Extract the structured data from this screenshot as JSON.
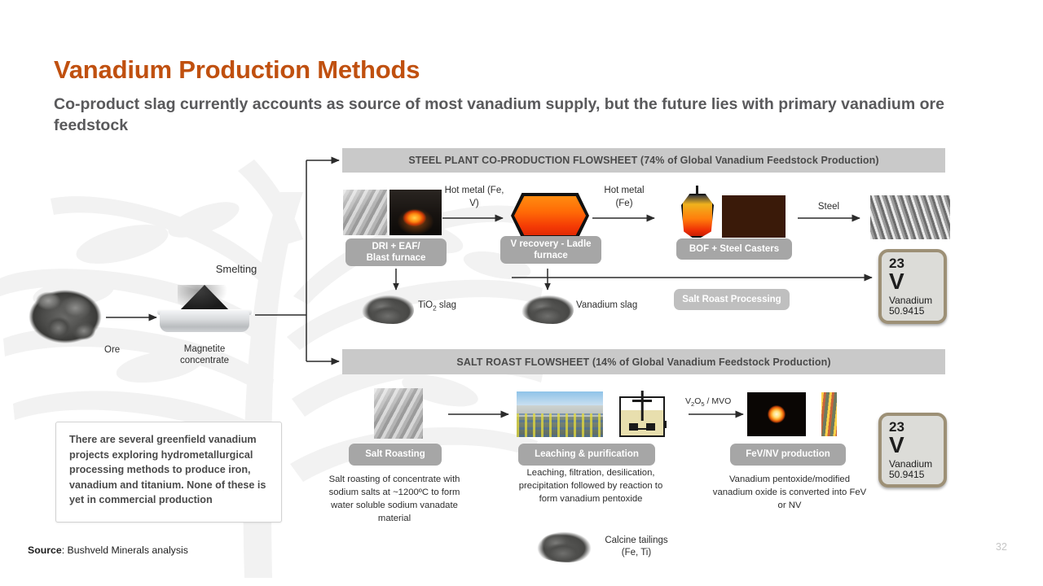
{
  "slide": {
    "title": "Vanadium Production Methods",
    "subtitle": "Co-product slag currently accounts as source of most vanadium supply, but the future lies with primary vanadium ore feedstock",
    "page_number": "32",
    "source_label": "Source",
    "source_text": ": Bushveld Minerals analysis",
    "title_color": "#C0500F",
    "subtitle_color": "#59595B",
    "band_color": "#C9C9C9",
    "pill_color": "#A6A6A6",
    "pill_light_color": "#BFBFBF",
    "element_border_color": "#9D9076"
  },
  "feedstock": {
    "ore_label": "Ore",
    "concentrate_label_line1": "Magnetite",
    "concentrate_label_line2": "concentrate",
    "smelting_label": "Smelting"
  },
  "steel_flowsheet": {
    "band_title": "STEEL PLANT CO-PRODUCTION FLOWSHEET (74% of Global Vanadium Feedstock Production)",
    "stages": [
      {
        "pill_line1": "DRI + EAF/",
        "pill_line2": "Blast furnace"
      },
      {
        "pill_line1": "V recovery - Ladle",
        "pill_line2": "furnace"
      },
      {
        "pill_line1": "BOF + Steel Casters",
        "pill_line2": ""
      },
      {
        "pill_line1": "Salt Roast Processing",
        "pill_line2": ""
      }
    ],
    "arrow_labels": {
      "hot_metal_fe_v_line1": "Hot metal (Fe,",
      "hot_metal_fe_v_line2": "V)",
      "hot_metal_fe_line1": "Hot metal",
      "hot_metal_fe_line2": "(Fe)",
      "steel": "Steel"
    },
    "byproducts": {
      "tio2_slag_pre": "TiO",
      "tio2_slag_sub": "2",
      "tio2_slag_post": " slag",
      "vanadium_slag": "Vanadium slag"
    }
  },
  "salt_roast_flowsheet": {
    "band_title": "SALT ROAST FLOWSHEET (14% of Global Vanadium Feedstock Production)",
    "stages": [
      {
        "pill": "Salt Roasting"
      },
      {
        "pill": "Leaching & purification"
      },
      {
        "pill": "FeV/NV production"
      }
    ],
    "arrow_label": {
      "pre": "V",
      "sub1": "2",
      "mid": "O",
      "sub2": "5",
      "post": " / MVO"
    },
    "captions": [
      "Salt roasting of concentrate with sodium salts at ~1200ºC to form water soluble sodium vanadate material",
      "Leaching, filtration, desilication, precipitation followed by reaction to form vanadium pentoxide",
      "Vanadium pentoxide/modified vanadium oxide is converted into FeV or NV"
    ],
    "tailings_line1": "Calcine tailings",
    "tailings_line2": "(Fe, Ti)"
  },
  "element_card": {
    "number": "23",
    "symbol": "V",
    "name": "Vanadium",
    "mass": "50.9415"
  },
  "callout": {
    "text": "There are several greenfield vanadium projects exploring hydrometallurgical processing methods to produce iron, vanadium and titanium. None of these is yet in commercial production"
  }
}
